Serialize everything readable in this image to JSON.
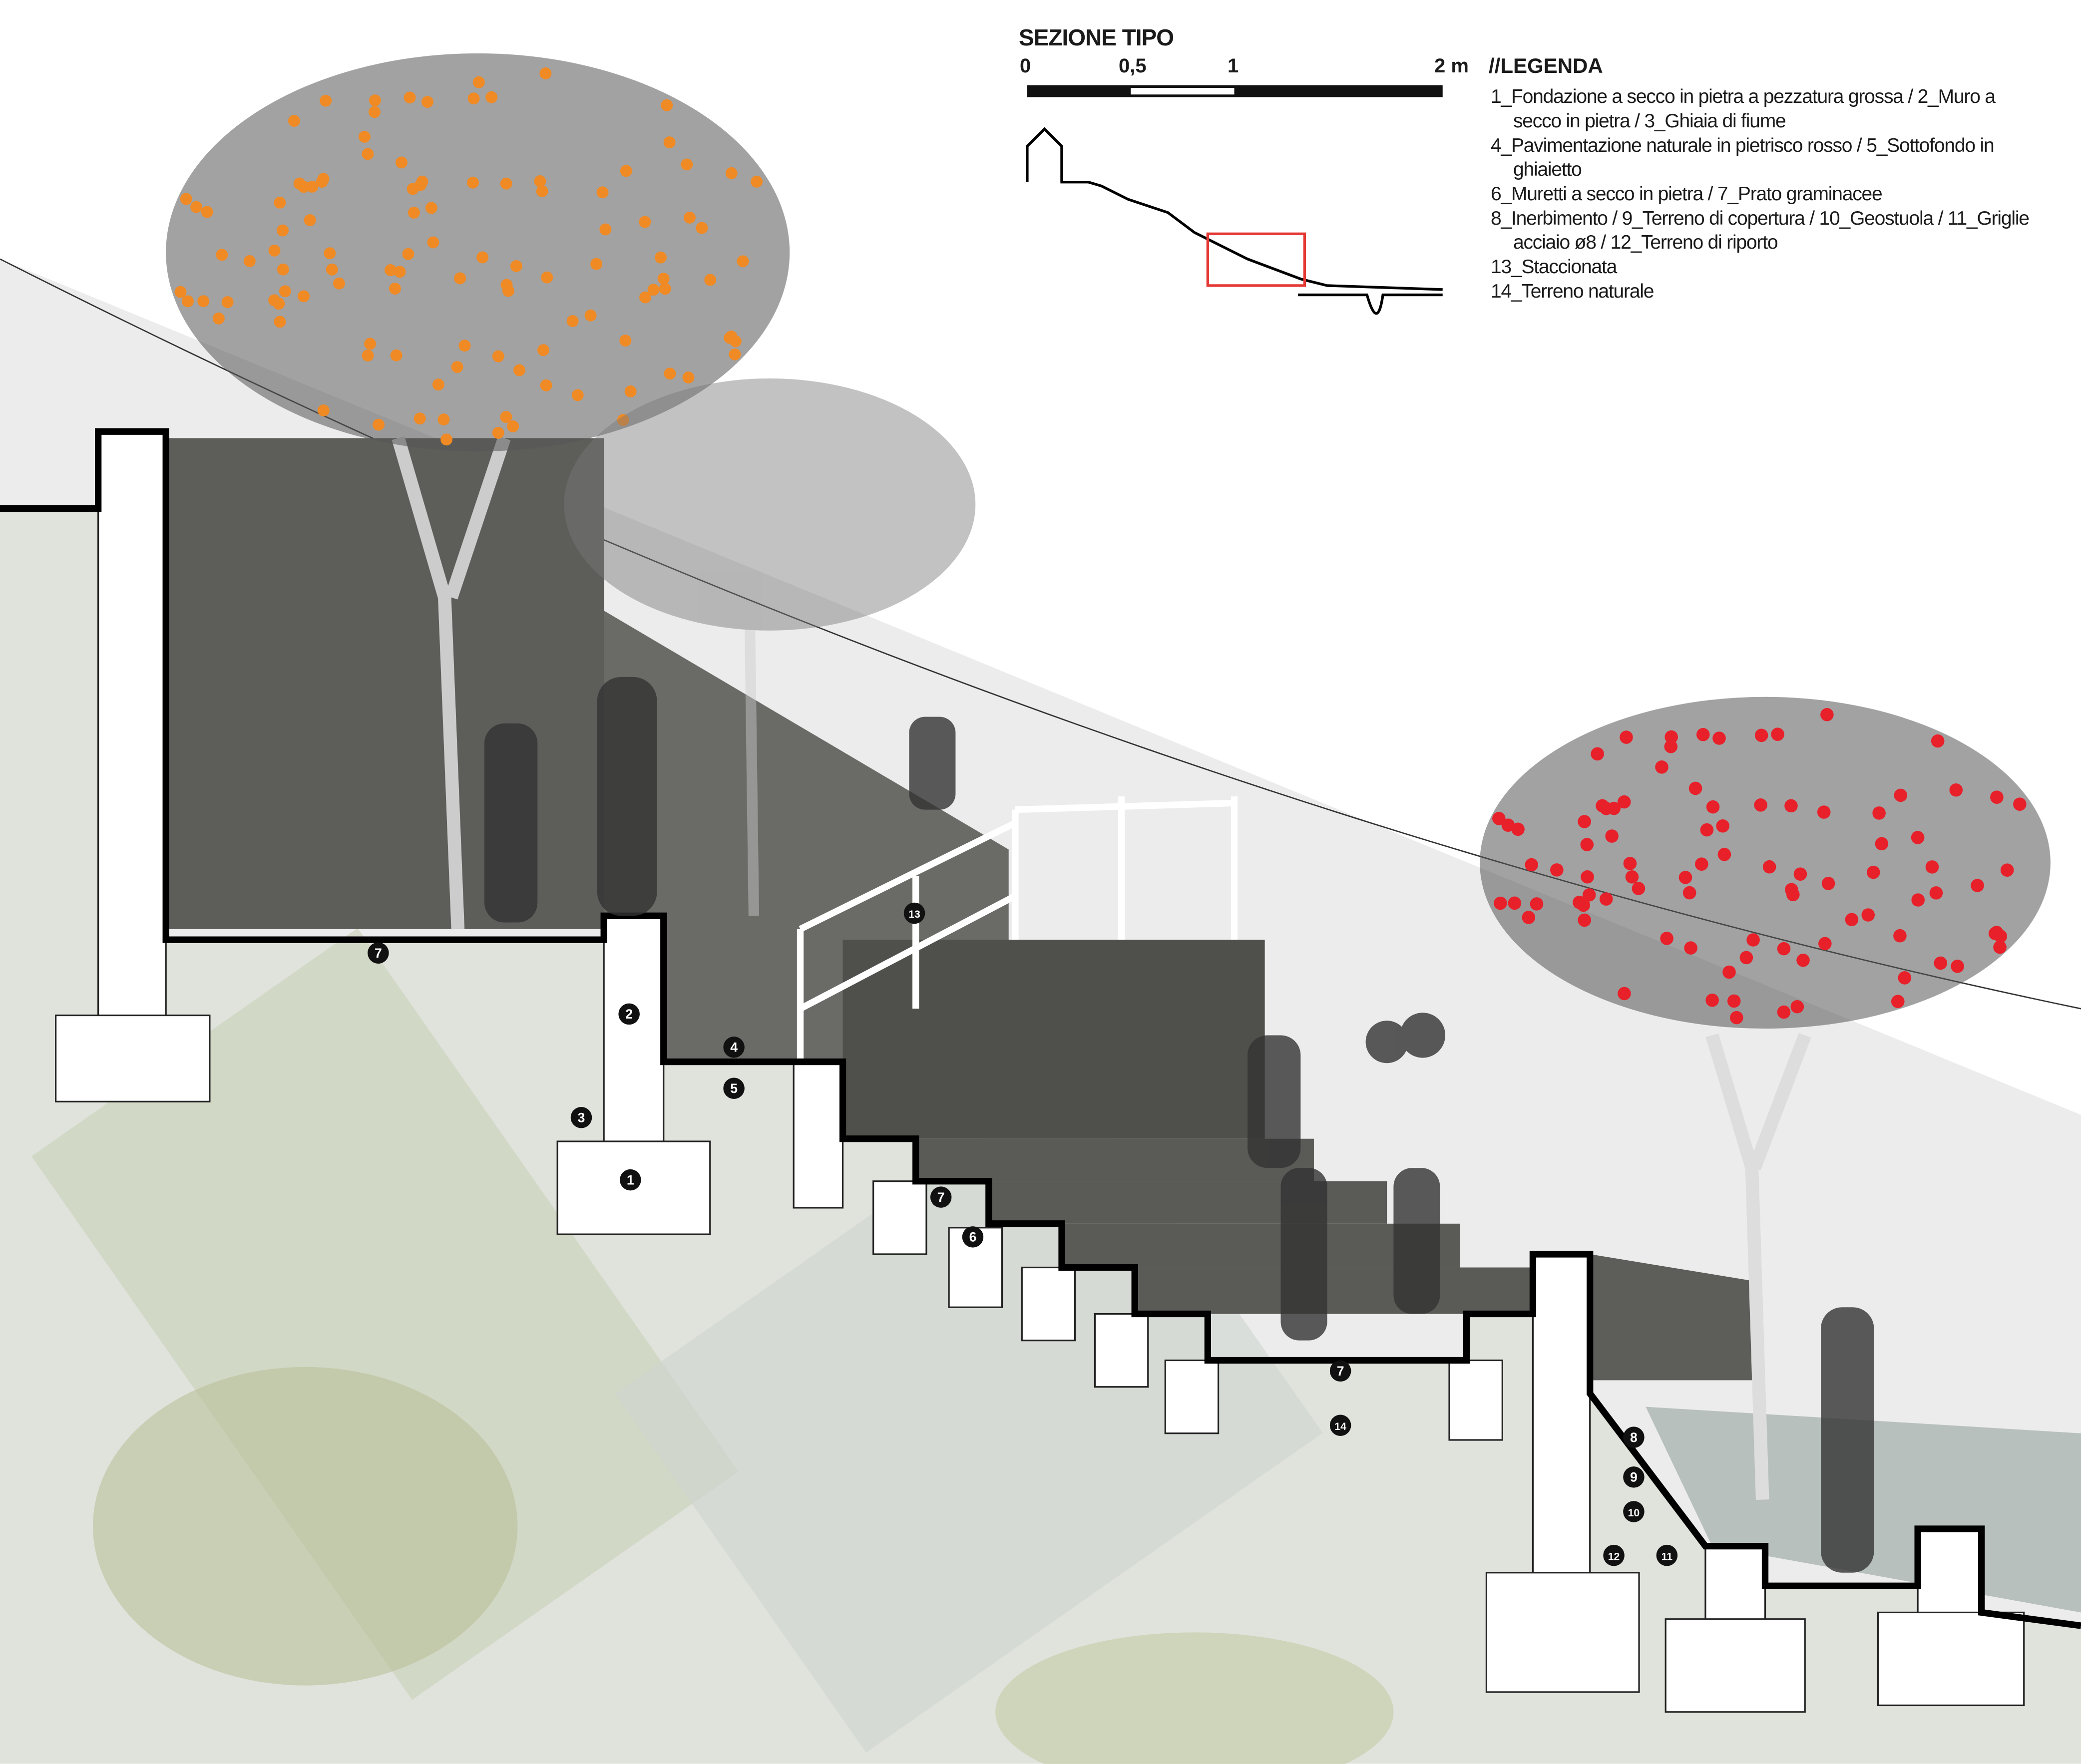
{
  "section_title": "SEZIONE TIPO",
  "scale": {
    "labels": [
      "0",
      "0,5",
      "1",
      "2 m"
    ]
  },
  "legend": {
    "heading": "//LEGENDA",
    "lines": [
      "1_Fondazione a secco in pietra a pezzatura grossa / 2_Muro a",
      "secco in pietra / 3_Ghiaia di fiume",
      "4_Pavimentazione naturale in pietrisco rosso / 5_Sottofondo in",
      "ghiaietto",
      "6_Muretti a secco in pietra / 7_Prato graminacee",
      "8_Inerbimento / 9_Terreno di copertura / 10_Geostuola / 11_Griglie",
      "acciaio ø8 / 12_Terreno di riporto",
      "13_Staccionata",
      "14_Terreno naturale"
    ]
  },
  "markers": [
    "7",
    "2",
    "4",
    "5",
    "3",
    "1",
    "13",
    "7",
    "6",
    "7",
    "14",
    "8",
    "9",
    "10",
    "12",
    "11"
  ],
  "colors": {
    "profile": "#000000",
    "wall": "#5a5a5a",
    "slope": "#e6e6e6",
    "orange_fruit": "#f08a24",
    "red_fruit": "#e8202a",
    "highlight_box": "#e53935"
  }
}
